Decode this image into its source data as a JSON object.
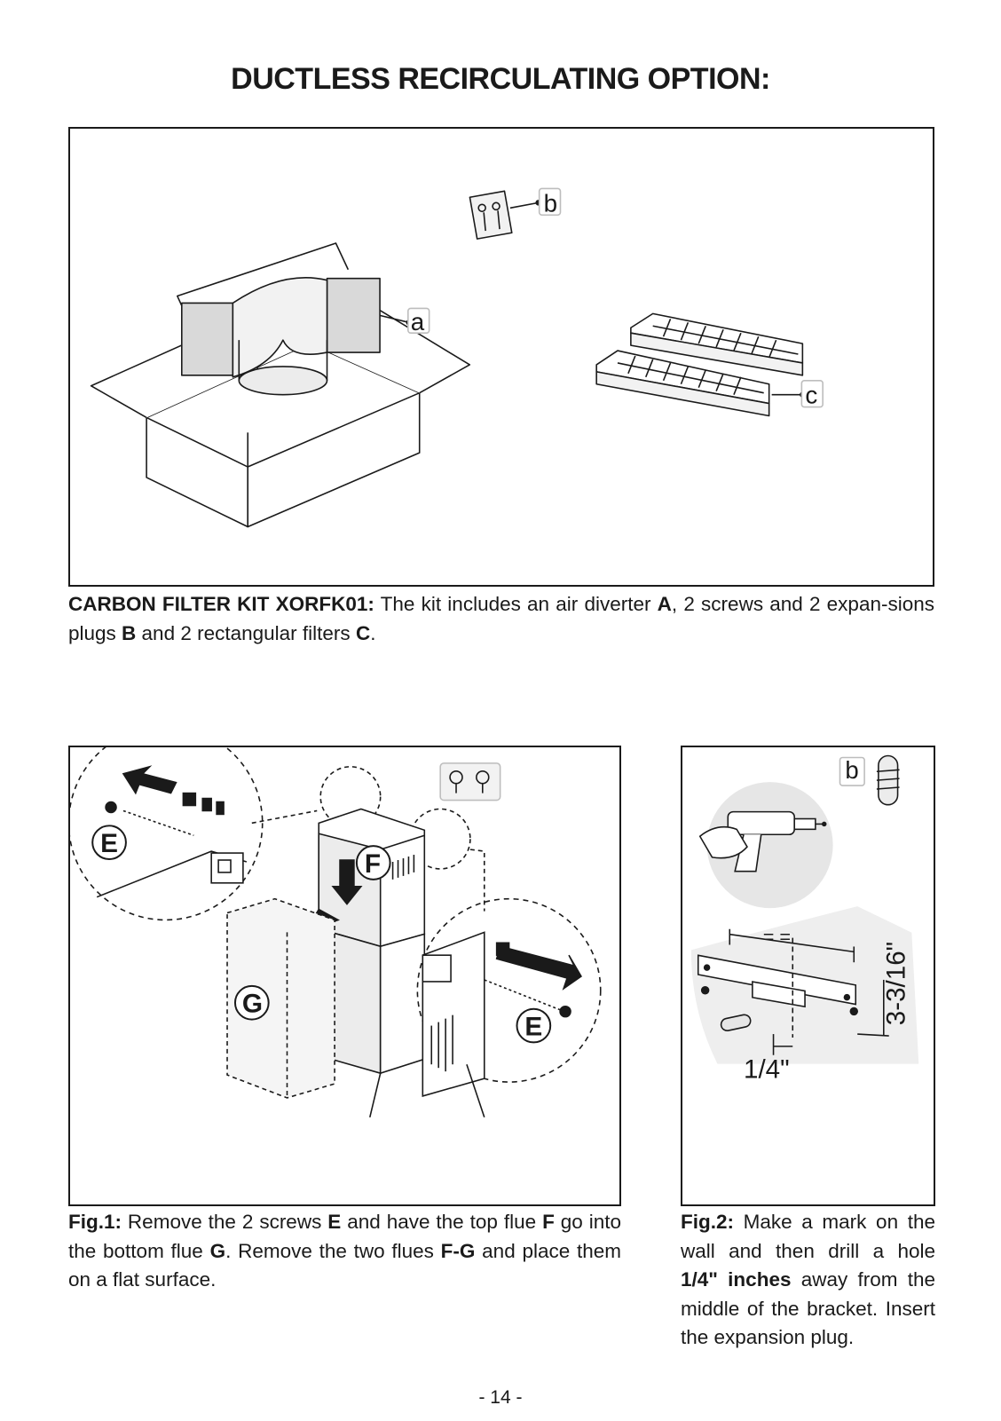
{
  "page": {
    "title": "DUCTLESS RECIRCULATING OPTION:",
    "page_number": "- 14 -"
  },
  "kit": {
    "label_bold": "CARBON FILTER KIT XORFK01:",
    "text_1": " The kit includes an air diverter ",
    "part_a": "A",
    "text_2": ", 2 screws and 2 expan-sions plugs ",
    "part_b": "B",
    "text_3": " and 2 rectangular filters ",
    "part_c": "C",
    "text_4": ".",
    "callouts": {
      "a": "a",
      "b": "b",
      "c": "c"
    }
  },
  "fig1": {
    "label": "Fig.1:",
    "t1": " Remove the 2 screws ",
    "e": "E",
    "t2": " and have the top flue ",
    "f": "F",
    "t3": " go into the bottom flue ",
    "g": "G",
    "t4": ". Remove the two flues ",
    "fg": "F-G",
    "t5": " and place them on a flat surface.",
    "callouts": {
      "e_top": "E",
      "e_bottom": "E",
      "f": "F",
      "g": "G"
    }
  },
  "fig2": {
    "label": "Fig.2:",
    "t1": " Make a mark on the wall and then drill a hole ",
    "dim_bold": "1/4\" inches",
    "t2": " away from the middle of the bracket. Insert the expansion plug.",
    "callouts": {
      "b": "b"
    },
    "dim_height": "3-3/16\"",
    "dim_offset": "1/4\"",
    "equal_mark": "= ="
  },
  "colors": {
    "ink": "#1a1a1a",
    "shade": "#e6e6e6",
    "mid": "#bdbdbd"
  }
}
